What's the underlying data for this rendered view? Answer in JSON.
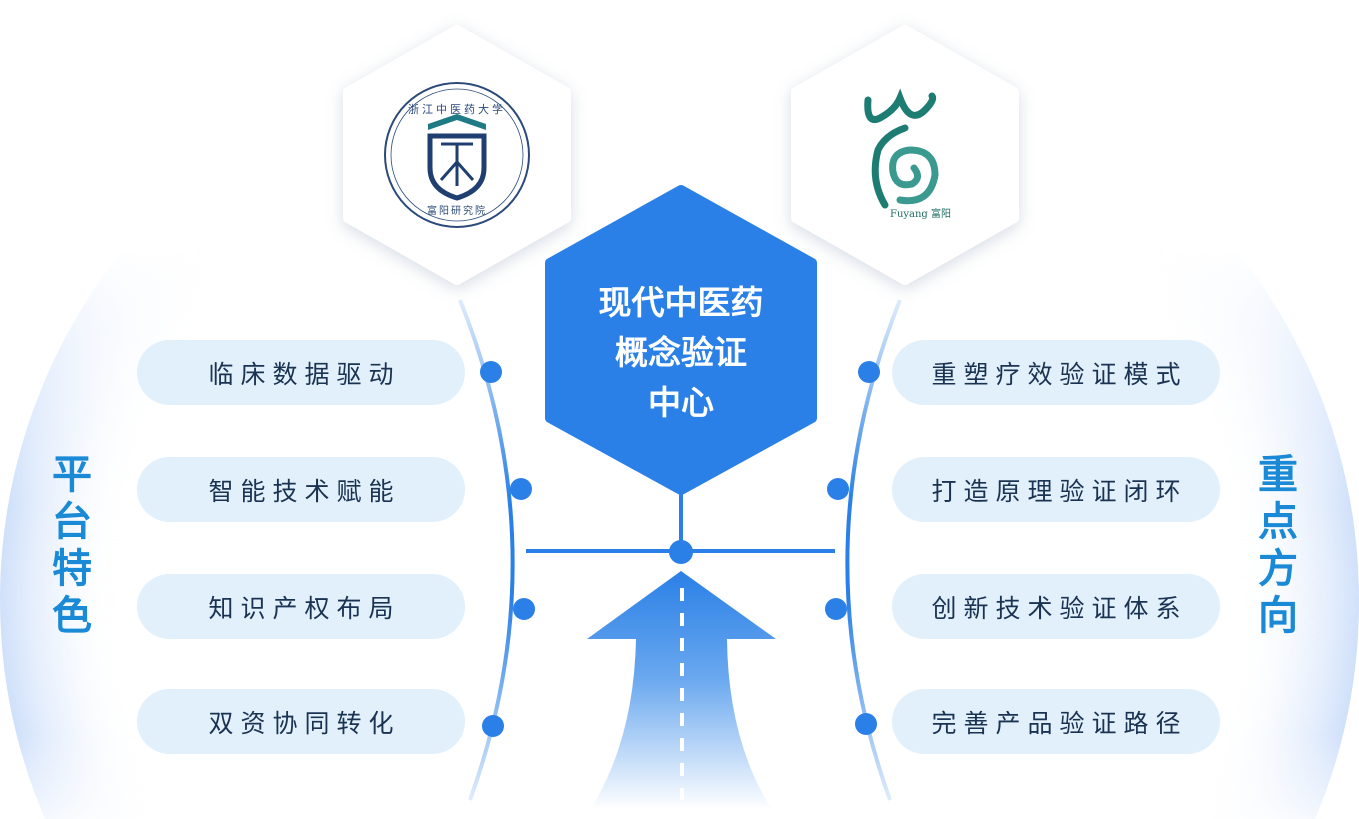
{
  "center": {
    "lines": [
      "现代中医药",
      "概念验证",
      "中心"
    ]
  },
  "left": {
    "title": "平台特色",
    "items": [
      "临床数据驱动",
      "智能技术赋能",
      "知识产权布局",
      "双资协同转化"
    ]
  },
  "right": {
    "title": "重点方向",
    "items": [
      "重塑疗效验证模式",
      "打造原理验证闭环",
      "创新技术验证体系",
      "完善产品验证路径"
    ]
  },
  "logos": {
    "left": {
      "name": "浙江中医药大学 富阳研究院"
    },
    "right": {
      "name": "Fuyang 富阳"
    }
  },
  "colors": {
    "accent": "#2a80e6",
    "pill": "#e2f0fb",
    "title": "#1a8ad6",
    "text": "#1b3352"
  }
}
